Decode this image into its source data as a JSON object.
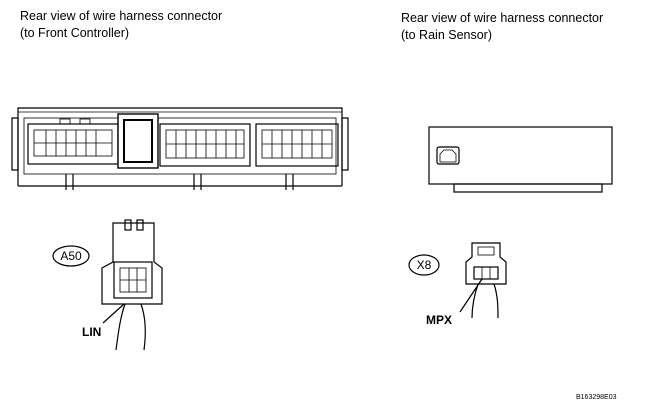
{
  "captions": {
    "left_line1": "Rear view of wire harness connector",
    "left_line2": "(to Front Controller)",
    "right_line1": "Rear view of wire harness connector",
    "right_line2": "(to Rain Sensor)"
  },
  "connectors": {
    "front": {
      "id": "A50",
      "terminal_label": "LIN"
    },
    "rain": {
      "id": "X8",
      "terminal_label": "MPX"
    }
  },
  "figure_code": "B163298E03"
}
